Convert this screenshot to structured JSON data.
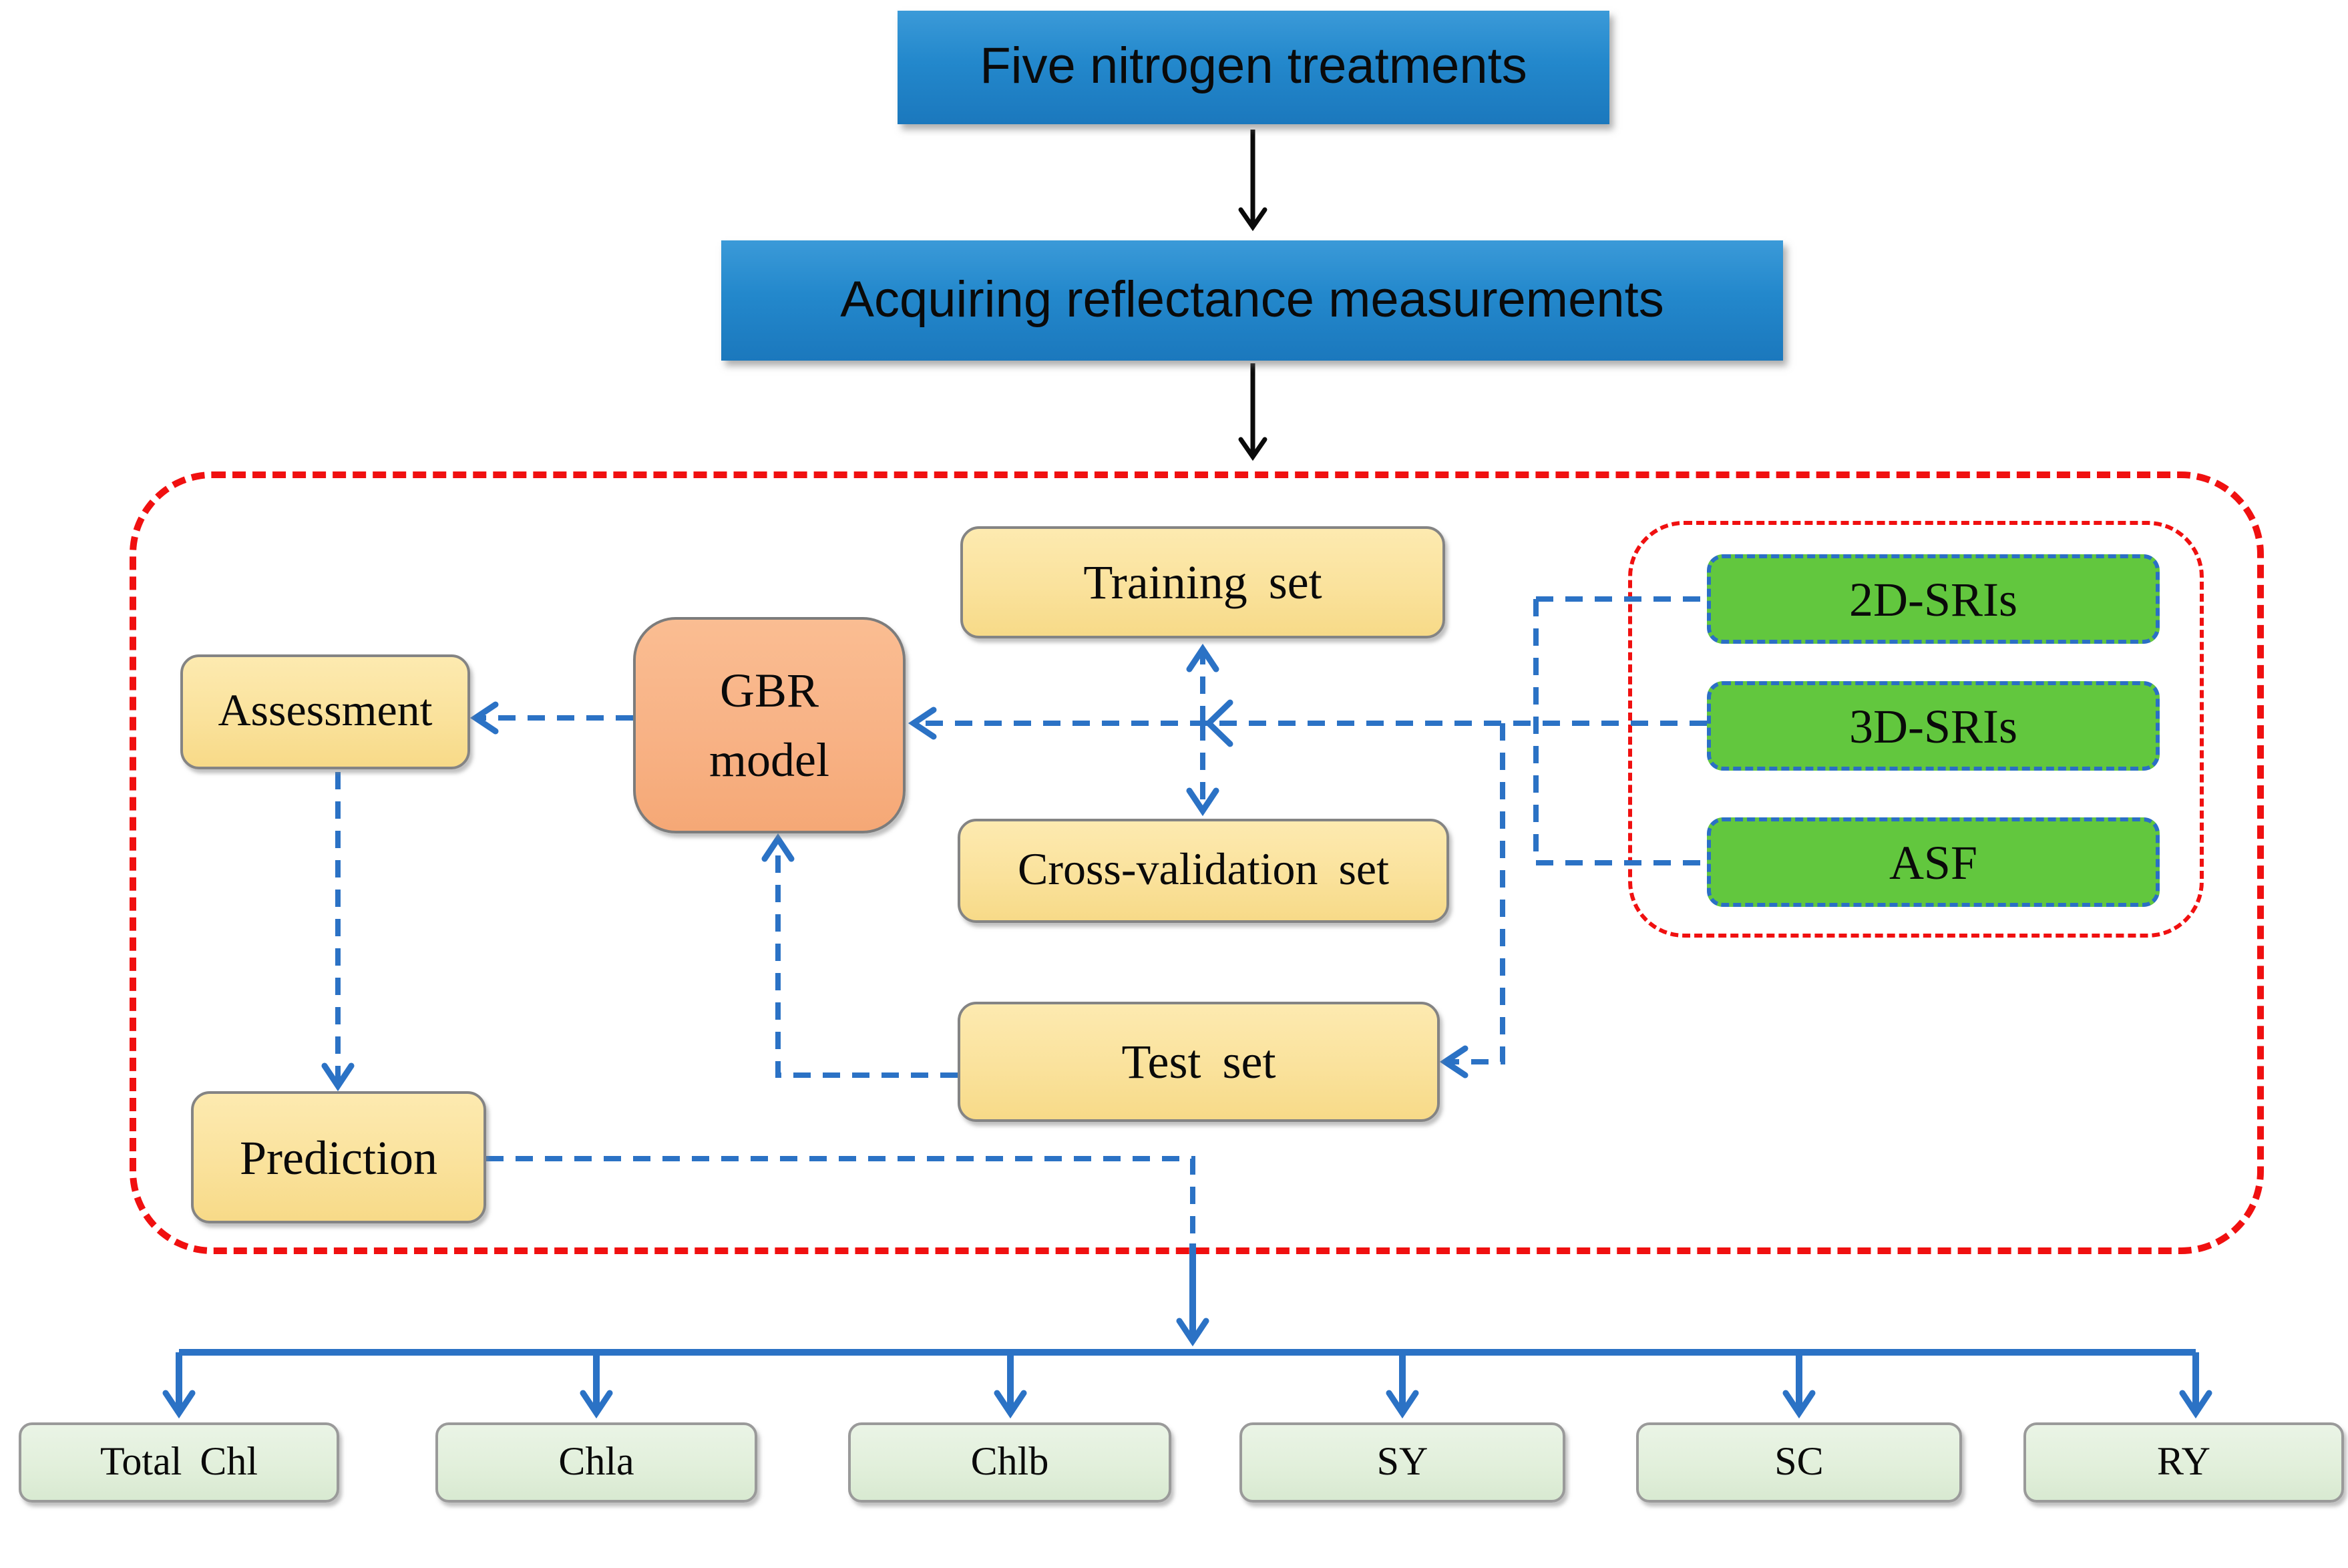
{
  "nodes": {
    "five_treatments": {
      "label": "Five nitrogen treatments"
    },
    "acquiring": {
      "label": "Acquiring reflectance measurements"
    },
    "training_set": {
      "label": "Training set"
    },
    "cross_validation_set": {
      "label": "Cross-validation set"
    },
    "test_set": {
      "label": "Test set"
    },
    "gbr_model": {
      "label": "GBR model"
    },
    "assessment": {
      "label": "Assessment"
    },
    "prediction": {
      "label": "Prediction"
    },
    "features": [
      {
        "label": "2D-SRIs"
      },
      {
        "label": "3D-SRIs"
      },
      {
        "label": "ASF"
      }
    ],
    "outputs": [
      {
        "label": "Total Chl"
      },
      {
        "label": "Chla"
      },
      {
        "label": "Chlb"
      },
      {
        "label": "SY"
      },
      {
        "label": "SC"
      },
      {
        "label": "RY"
      }
    ]
  },
  "colors": {
    "process_blue": "#2388cc",
    "node_yellow": "#fae29c",
    "node_orange": "#f8b285",
    "feature_green": "#62c73e",
    "output_light_green": "#e1efda",
    "container_red": "#f01010",
    "connector_blue": "#2b72c5",
    "connector_black": "#000000"
  }
}
